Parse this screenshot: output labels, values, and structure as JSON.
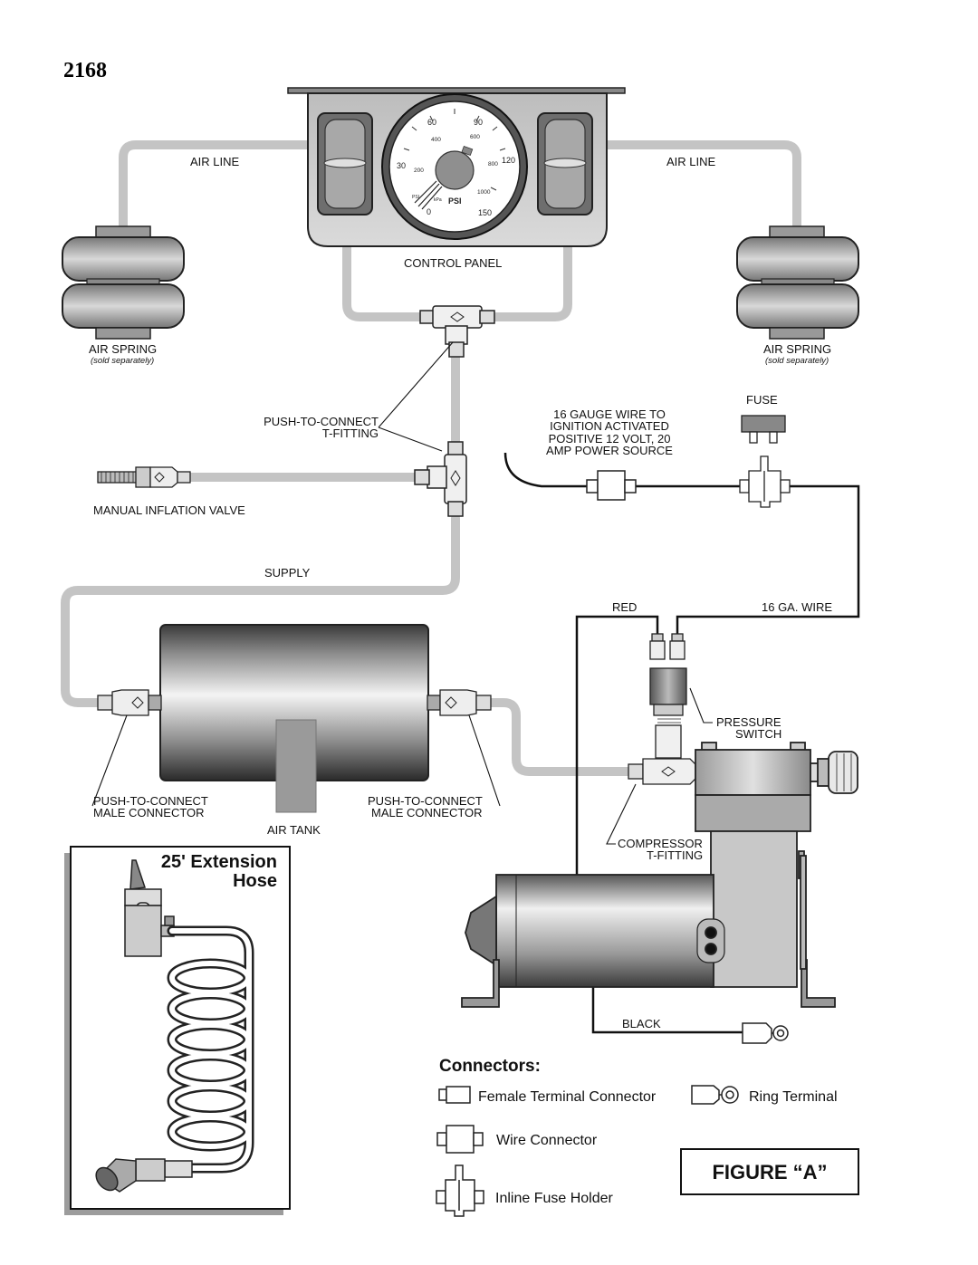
{
  "page_number": "2168",
  "labels": {
    "air_line_left": "AIR LINE",
    "air_line_right": "AIR LINE",
    "control_panel": "CONTROL PANEL",
    "air_spring_left": "AIR SPRING",
    "air_spring_right": "AIR SPRING",
    "sold_separately": "(sold separately)",
    "push_to_connect_tfitting_1": "PUSH-TO-CONNECT",
    "push_to_connect_tfitting_2": "T-FITTING",
    "manual_inflation_valve": "MANUAL INFLATION VALVE",
    "supply": "SUPPLY",
    "wire_note": [
      "16 GAUGE WIRE TO",
      "IGNITION ACTIVATED",
      "POSITIVE 12 VOLT, 20",
      "AMP POWER SOURCE"
    ],
    "fuse": "FUSE",
    "red": "RED",
    "ga_wire": "16 GA. WIRE",
    "pressure_switch_1": "PRESSURE",
    "pressure_switch_2": "SWITCH",
    "male_connector_left_1": "PUSH-TO-CONNECT",
    "male_connector_left_2": "MALE CONNECTOR",
    "male_connector_right_1": "PUSH-TO-CONNECT",
    "male_connector_right_2": "MALE CONNECTOR",
    "air_tank": "AIR TANK",
    "compressor_tfitting_1": "COMPRESSOR",
    "compressor_tfitting_2": "T-FITTING",
    "black": "BLACK"
  },
  "gauge": {
    "unit": "PSI",
    "psi_ticks": [
      "0",
      "30",
      "60",
      "90",
      "120",
      "150"
    ],
    "kpa_ticks": [
      "200",
      "400",
      "600",
      "800",
      "1000"
    ],
    "small_left": "PSI",
    "small_right": "kPa"
  },
  "extension_hose": {
    "title_line1": "25' Extension",
    "title_line2": "Hose"
  },
  "connectors": {
    "heading": "Connectors:",
    "female_terminal": "Female Terminal Connector",
    "ring_terminal": "Ring Terminal",
    "wire_connector": "Wire Connector",
    "inline_fuse_holder": "Inline Fuse Holder"
  },
  "figure_label": "FIGURE “A”"
}
